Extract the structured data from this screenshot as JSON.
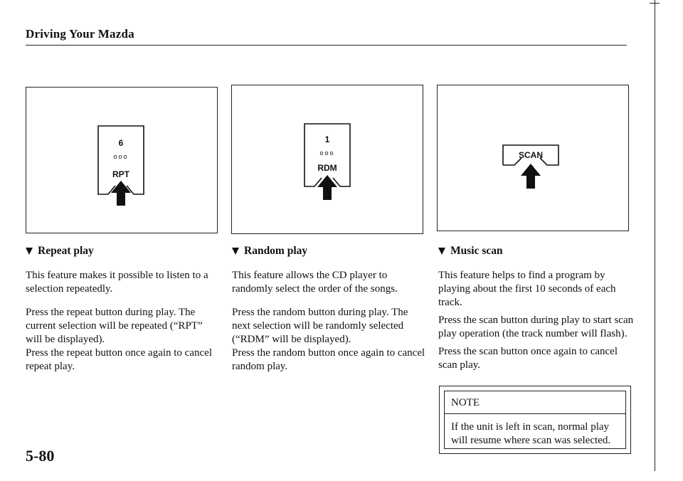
{
  "header": {
    "section_title": "Driving Your Mazda"
  },
  "figures": [
    {
      "top_text": "6",
      "dots": "ooo",
      "label": "RPT",
      "icon": "arrow-up-icon"
    },
    {
      "top_text": "1",
      "dots": "ooo",
      "label": "RDM",
      "icon": "arrow-up-icon"
    },
    {
      "label": "SCAN",
      "icon": "arrow-up-icon"
    }
  ],
  "sections": [
    {
      "heading": "Repeat play",
      "paragraphs": [
        "This feature makes it possible to listen to a selection repeatedly.",
        "Press the repeat button during play. The current selection will be repeated (“RPT” will be displayed).",
        "Press the repeat button once again to cancel repeat play."
      ]
    },
    {
      "heading": "Random play",
      "paragraphs": [
        "This feature allows the CD player to randomly select the order of the songs.",
        "Press the random button during play. The next selection will be randomly selected (“RDM” will be displayed).",
        "Press the random button once again to cancel random play."
      ]
    },
    {
      "heading": "Music scan",
      "paragraphs": [
        "This feature helps to find a program by playing about the first 10 seconds of each track.",
        "Press the scan button during play to start scan play operation (the track number will flash).",
        "Press the scan button once again to cancel scan play."
      ]
    }
  ],
  "note": {
    "title": "NOTE",
    "text": "If the unit is left in scan, normal play will resume where scan was selected."
  },
  "footer": {
    "page_number": "5-80"
  }
}
